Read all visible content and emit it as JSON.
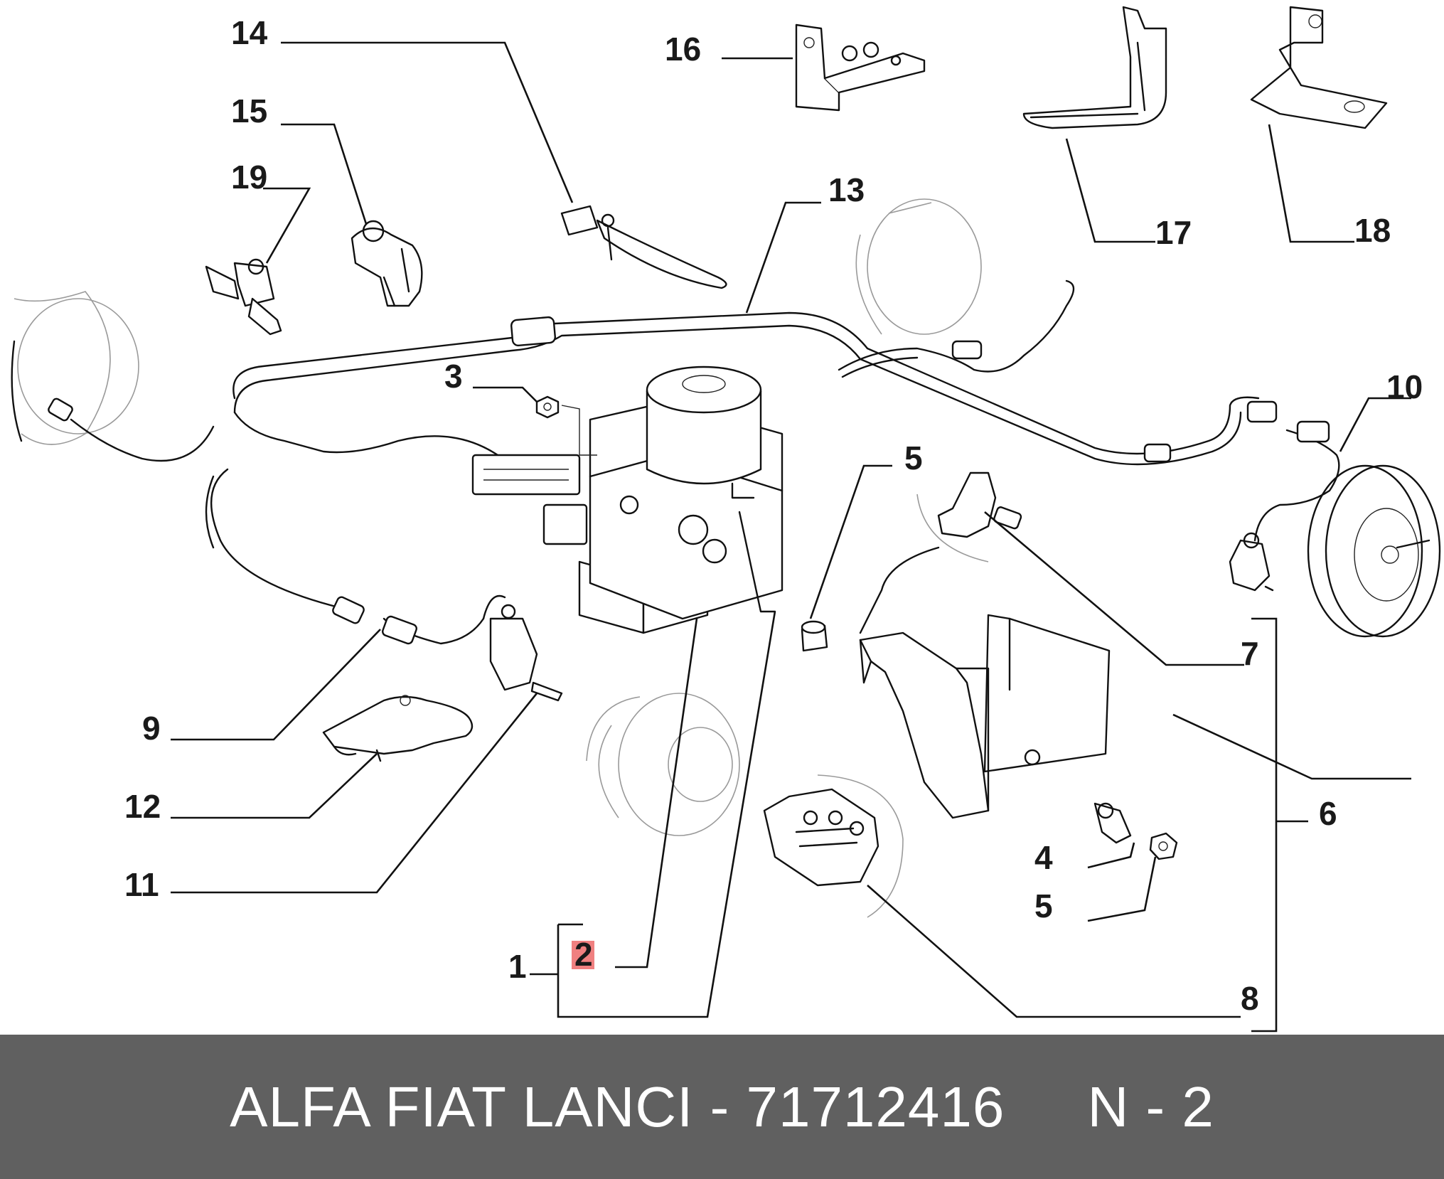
{
  "callouts": {
    "c1": "1",
    "c2": "2",
    "c3": "3",
    "c4": "4",
    "c5a": "5",
    "c5b": "5",
    "c6": "6",
    "c7": "7",
    "c8": "8",
    "c9": "9",
    "c10": "10",
    "c11": "11",
    "c12": "12",
    "c13": "13",
    "c14": "14",
    "c15": "15",
    "c16": "16",
    "c17": "17",
    "c18": "18",
    "c19": "19"
  },
  "highlight": {
    "label": "2",
    "color": "#f08080"
  },
  "footer": {
    "text": "ALFA FIAT LANCI - 71712416     N - 2",
    "background": "#606060",
    "color": "#ffffff"
  }
}
